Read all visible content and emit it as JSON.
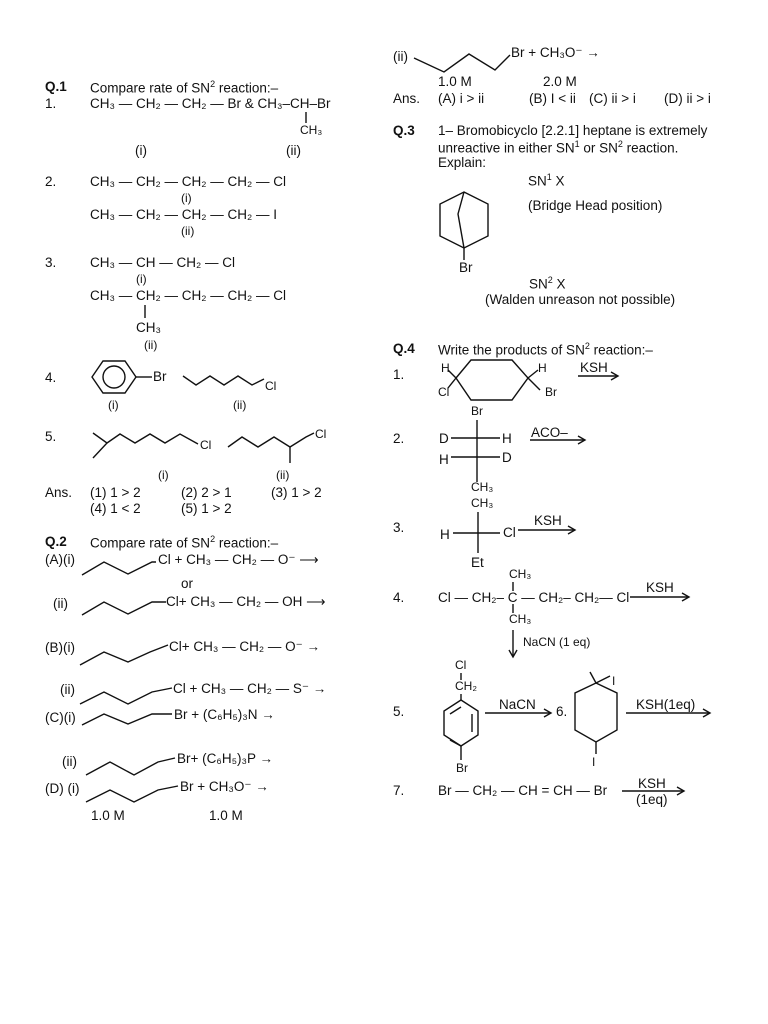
{
  "q1": {
    "num": "Q.1",
    "title": "Compare rate of SN",
    "sup": "2",
    "title_end": " reaction:–",
    "p1": {
      "n": "1.",
      "a": "CH₃ — CH₂ — CH₂ — Br & CH₃–CH–Br",
      "b": "CH₃",
      "i": "(i)",
      "ii": "(ii)"
    },
    "p2": {
      "n": "2.",
      "a": "CH₃ — CH₂ — CH₂ — CH₂ — Cl",
      "i": "(i)",
      "b": "CH₃ — CH₂ — CH₂ — CH₂ — I",
      "ii": "(ii)"
    },
    "p3": {
      "n": "3.",
      "a": "CH₃ — CH — CH₂ — Cl",
      "i": "(i)",
      "b": "CH₃ — CH₂ — CH₂ — CH₂ — Cl",
      "c": "CH₃",
      "ii": "(ii)"
    },
    "p4": {
      "n": "4.",
      "br": "Br",
      "cl": "Cl",
      "i": "(i)",
      "ii": "(ii)"
    },
    "p5": {
      "n": "5.",
      "cl1": "Cl",
      "cl2": "Cl",
      "i": "(i)",
      "ii": "(ii)"
    },
    "ans": {
      "label": "Ans.",
      "a1": "(1) 1 > 2",
      "a2": "(2) 2 > 1",
      "a3": "(3) 1 > 2",
      "a4": "(4) 1 < 2",
      "a5": "(5) 1 > 2"
    }
  },
  "q2": {
    "num": "Q.2",
    "title": "Compare rate of SN",
    "sup": "2",
    "title_end": " reaction:–",
    "Ai": {
      "label": "(A)(i)",
      "text": "Cl + CH₃ — CH₂ — O⁻ ⟶"
    },
    "or": "or",
    "Aii": {
      "label": "(ii)",
      "text": "Cl+ CH₃ — CH₂ — OH  ⟶"
    },
    "Bi": {
      "label": "(B)(i)",
      "text": "Cl+ CH₃ — CH₂ — O⁻ →"
    },
    "Bii": {
      "label": "(ii)",
      "text": "Cl + CH₃ — CH₂ — S⁻ →"
    },
    "Ci": {
      "label": "(C)(i)",
      "text": "Br + (C₆H₅)₃N →"
    },
    "Cii": {
      "label": "(ii)",
      "text": "Br+ (C₆H₅)₃P →"
    },
    "Di": {
      "label": "(D) (i)",
      "text": "Br + CH₃O⁻   →",
      "c1": "1.0 M",
      "c2": "1.0 M"
    },
    "Dii": {
      "label": "(ii)",
      "text": "Br + CH₃O⁻ →",
      "c1": "1.0 M",
      "c2": "2.0 M"
    },
    "ans": {
      "label": "Ans.",
      "a": "(A) i > ii",
      "b": "(B) I < ii",
      "c": "(C) ii > i",
      "d": "(D) ii > i"
    }
  },
  "q3": {
    "num": "Q.3",
    "line1": "1– Bromobicyclo [2.2.1] heptane is extremely",
    "line2a": "unreactive  in  either  SN",
    "line2sup1": "1",
    "line2b": "  or  SN",
    "line2sup2": "2",
    "line2c": "  reaction.",
    "line3": "Explain:",
    "sn1": "SN",
    "sn1sup": "1",
    "sn1x": " X",
    "bridge": "(Bridge Head position)",
    "br": "Br",
    "sn2": "SN",
    "sn2sup": "2",
    "sn2x": " X",
    "walden": "(Walden unreason  not possible)"
  },
  "q4": {
    "num": "Q.4",
    "title": "Write the products of SN",
    "sup": "2",
    "title_end": " reaction:–",
    "r1": {
      "n": "1.",
      "h1": "H",
      "cl": "Cl",
      "h2": "H",
      "br": "Br",
      "reagent": "KSH"
    },
    "r2": {
      "n": "2.",
      "br": "Br",
      "d1": "D",
      "h1": "H",
      "h2": "H",
      "d2": "D",
      "ch3": "CH₃",
      "reagent": "ACO–"
    },
    "r3": {
      "n": "3.",
      "ch3": "CH₃",
      "h": "H",
      "cl": "Cl",
      "et": "Et",
      "reagent": "KSH"
    },
    "r4": {
      "n": "4.",
      "top": "CH₃",
      "main": "Cl — CH₂– C — CH₂– CH₂— Cl",
      "bottom": "CH₃",
      "reagent": "KSH",
      "down": "NaCN (1 eq)"
    },
    "r5": {
      "n": "5.",
      "cl": "Cl",
      "ch2": "CH₂",
      "br": "Br",
      "reagent": "NaCN",
      "six": "6.",
      "i1": "I",
      "i2": "I",
      "reagent2": "KSH(1eq)"
    },
    "r7": {
      "n": "7.",
      "text": "Br — CH₂ — CH = CH — Br",
      "reagent": "KSH",
      "eq": "(1eq)"
    }
  }
}
